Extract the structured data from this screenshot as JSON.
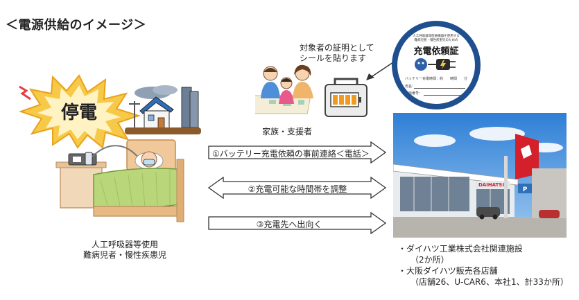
{
  "title": "＜電源供給のイメージ＞",
  "scene": {
    "outage_label": "停電",
    "patient_label": [
      "人工呼吸器等使用",
      "難病児者・慢性疾患児"
    ]
  },
  "family": {
    "note": [
      "対象者の証明として",
      "シールを貼ります"
    ],
    "label": "家族・支援者"
  },
  "seal": {
    "top_text": [
      "人工呼吸器等医療機器を使用する",
      "難病児者・慢性疾患児のための"
    ],
    "title": "充電依頼証",
    "rows": [
      "バッテリー充電時間：約　　時間　　分",
      "氏名：",
      "電話番号："
    ]
  },
  "steps": [
    {
      "label": "①バッテリー充電依頼の事前連絡＜電話＞",
      "direction": "right"
    },
    {
      "label": "②充電可能な時間帯を調整",
      "direction": "both"
    },
    {
      "label": "③充電先へ出向く",
      "direction": "right"
    }
  ],
  "shop": {
    "sign": "DAIHATSU",
    "items": [
      {
        "label": "・ダイハツ工業株式会社関連施設",
        "sub": "（2か所）"
      },
      {
        "label": "・大阪ダイハツ販売各店舗",
        "sub": "（店舗26、U-CAR6、本社1、計33か所）"
      }
    ]
  },
  "colors": {
    "seal_ring": "#1f4f8f",
    "storm_yellow": "#f7c948",
    "outage_red": "#e04040",
    "blanket_green": "#b9d77a",
    "battery_orange": "#f29a1f",
    "sky_blue": "#3b86d8",
    "arrow_stroke": "#333333"
  }
}
